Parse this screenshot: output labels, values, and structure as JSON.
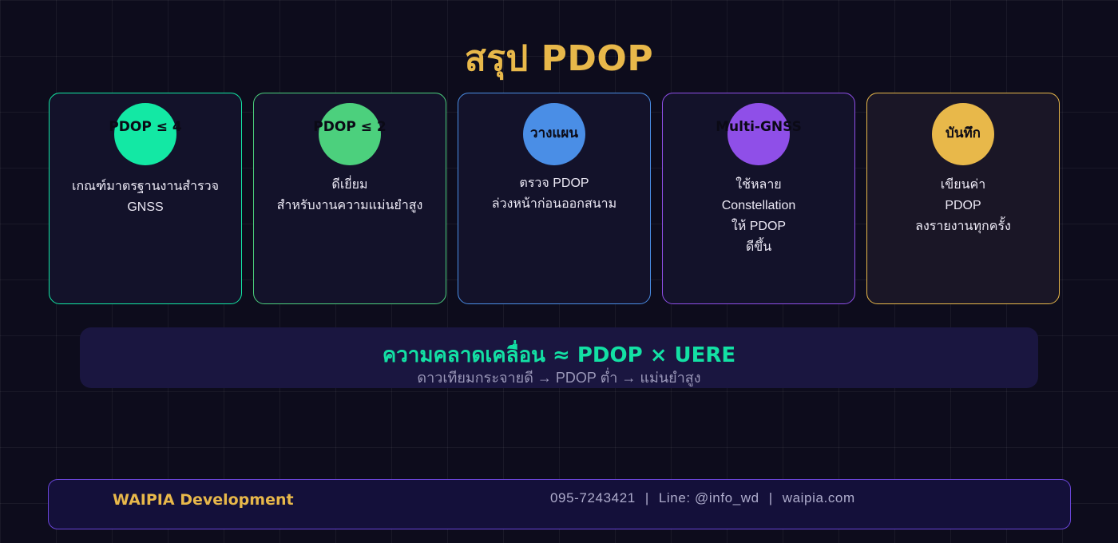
{
  "title": "สรุป PDOP",
  "cards": [
    {
      "head": "PDOP ≤ 4",
      "lines": [
        "เกณฑ์มาตรฐานงานสำรวจ",
        "GNSS"
      ],
      "color": "#13e8a4"
    },
    {
      "head": "PDOP ≤ 2",
      "lines": [
        "ดีเยี่ยม",
        "สำหรับงานความแม่นยำสูง"
      ],
      "color": "#4cd07d"
    },
    {
      "head": "วางแผน",
      "lines": [
        "ตรวจ PDOP",
        "ล่วงหน้าก่อนออกสนาม"
      ],
      "color": "#4a8ee6"
    },
    {
      "head": "Multi-GNSS",
      "lines": [
        "ใช้หลาย",
        "Constellation",
        "ให้ PDOP",
        "ดีขึ้น"
      ],
      "color": "#8f4fe8"
    },
    {
      "head": "บันทึก",
      "lines": [
        "เขียนค่า",
        "PDOP",
        "ลงรายงานทุกครั้ง"
      ],
      "color": "#e8b84a"
    }
  ],
  "banner": {
    "main": "ความคลาดเคลื่อน ≈ PDOP × UERE",
    "sub": "ดาวเทียมกระจายดี → PDOP ต่ำ → แม่นยำสูง"
  },
  "footer": {
    "brand": "WAIPIA Development",
    "phone": "095-7243421",
    "line": "Line: @info_wd",
    "site": "waipia.com",
    "separator": "|"
  }
}
